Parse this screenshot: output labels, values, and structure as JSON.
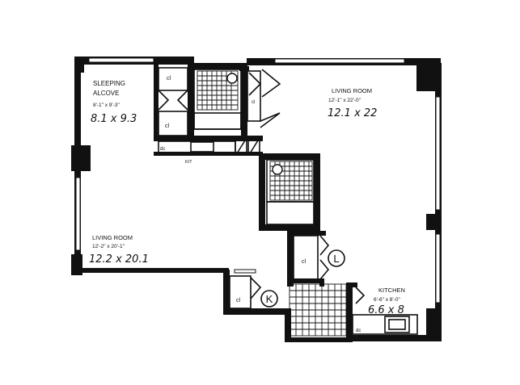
{
  "rooms": {
    "sleeping_alcove": {
      "name_line1": "SLEEPING",
      "name_line2": "ALCOVE",
      "printed_size": "8'-1\" x 9'-3\"",
      "handwritten_size": "8.1 x 9.3"
    },
    "living_room_1": {
      "name": "LIVING ROOM",
      "printed_size": "12'-1\" x 22'-0\"",
      "handwritten_size": "12.1 x 22"
    },
    "living_room_2": {
      "name": "LIVING ROOM",
      "printed_size": "12'-2\" x 20'-1\"",
      "handwritten_size": "12.2 x 20.1"
    },
    "kitchen": {
      "name": "KITCHEN",
      "printed_size": "6'-6\" x 8'-0\"",
      "handwritten_size": "6.6 x 8"
    }
  },
  "labels": {
    "cl_1": "cl",
    "cl_2": "cl",
    "cl_3": "cl",
    "cl_4": "cl",
    "cl_5": "cl",
    "dc_1": "dc",
    "dc_2": "dc",
    "kit": "KIT"
  },
  "markers": {
    "marker_l": "L",
    "marker_k": "K"
  }
}
